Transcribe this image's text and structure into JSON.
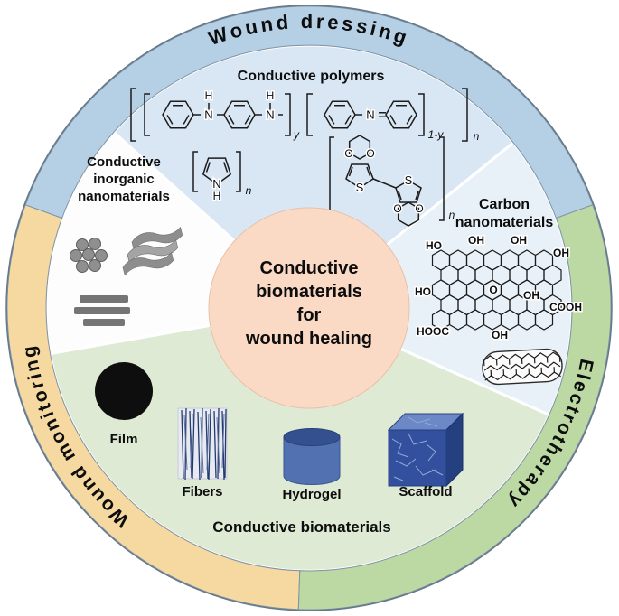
{
  "diagram": {
    "center": {
      "line1": "Conductive",
      "line2": "biomaterials",
      "line3": "for",
      "line4": "wound healing"
    },
    "ring": {
      "wound_dressing": "Wound dressing",
      "wound_monitoring": "Wound monitoring",
      "electrotherapy": "Electrotherapy"
    },
    "sectors": {
      "polymers": {
        "title": "Conductive polymers"
      },
      "inorganic": {
        "title_line1": "Conductive",
        "title_line2": "inorganic",
        "title_line3": "nanomaterials"
      },
      "carbon": {
        "title_line1": "Carbon",
        "title_line2": "nanomaterials"
      },
      "biomaterials": {
        "title": "Conductive biomaterials",
        "items": [
          "Film",
          "Fibers",
          "Hydrogel",
          "Scaffold"
        ]
      }
    },
    "chemistry": {
      "polyaniline": {
        "atom_n": "N",
        "atom_h": "H",
        "sub_y": "y",
        "sub_1y": "1-y",
        "sub_n": "n"
      },
      "polypyrrole": {
        "atom_n": "N",
        "atom_h": "H",
        "sub_n": "n"
      },
      "pedot": {
        "atom_s": "S",
        "atom_o": "O",
        "sub_n": "n"
      },
      "graphene_labels": [
        "HO",
        "OH",
        "OH",
        "OH",
        "HO",
        "COOH",
        "O",
        "OH",
        "HOOC",
        "OH"
      ]
    },
    "colors": {
      "ring_blue": "#b5cfe4",
      "ring_yellow": "#f5d9a1",
      "ring_green": "#bcd9a4",
      "sector_polymers": "#d9e6f3",
      "sector_inorganic": "#fdfdfd",
      "sector_carbon": "#e9f1f8",
      "sector_biomaterials": "#dfead5",
      "center_fill": "#fbdac5"
    }
  }
}
